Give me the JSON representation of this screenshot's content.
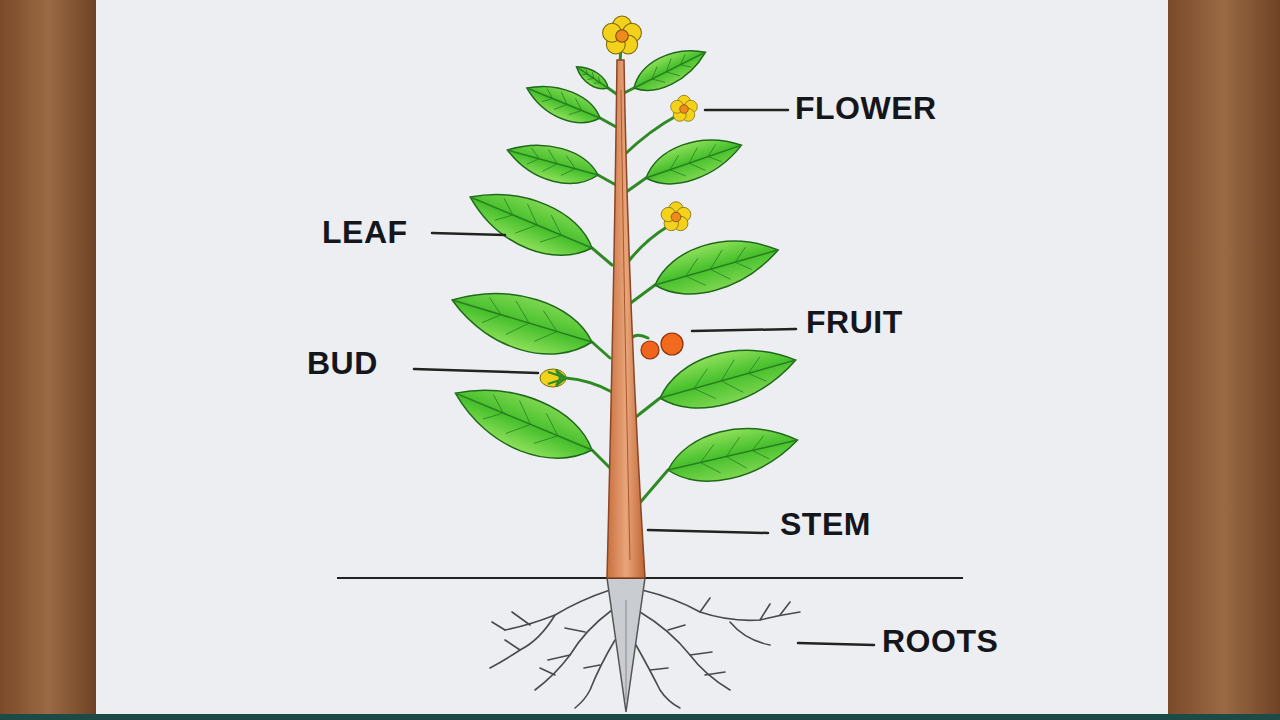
{
  "diagram": {
    "labels": [
      "FLOWER",
      "LEAF",
      "FRUIT",
      "BUD",
      "STEM",
      "ROOTS"
    ]
  }
}
